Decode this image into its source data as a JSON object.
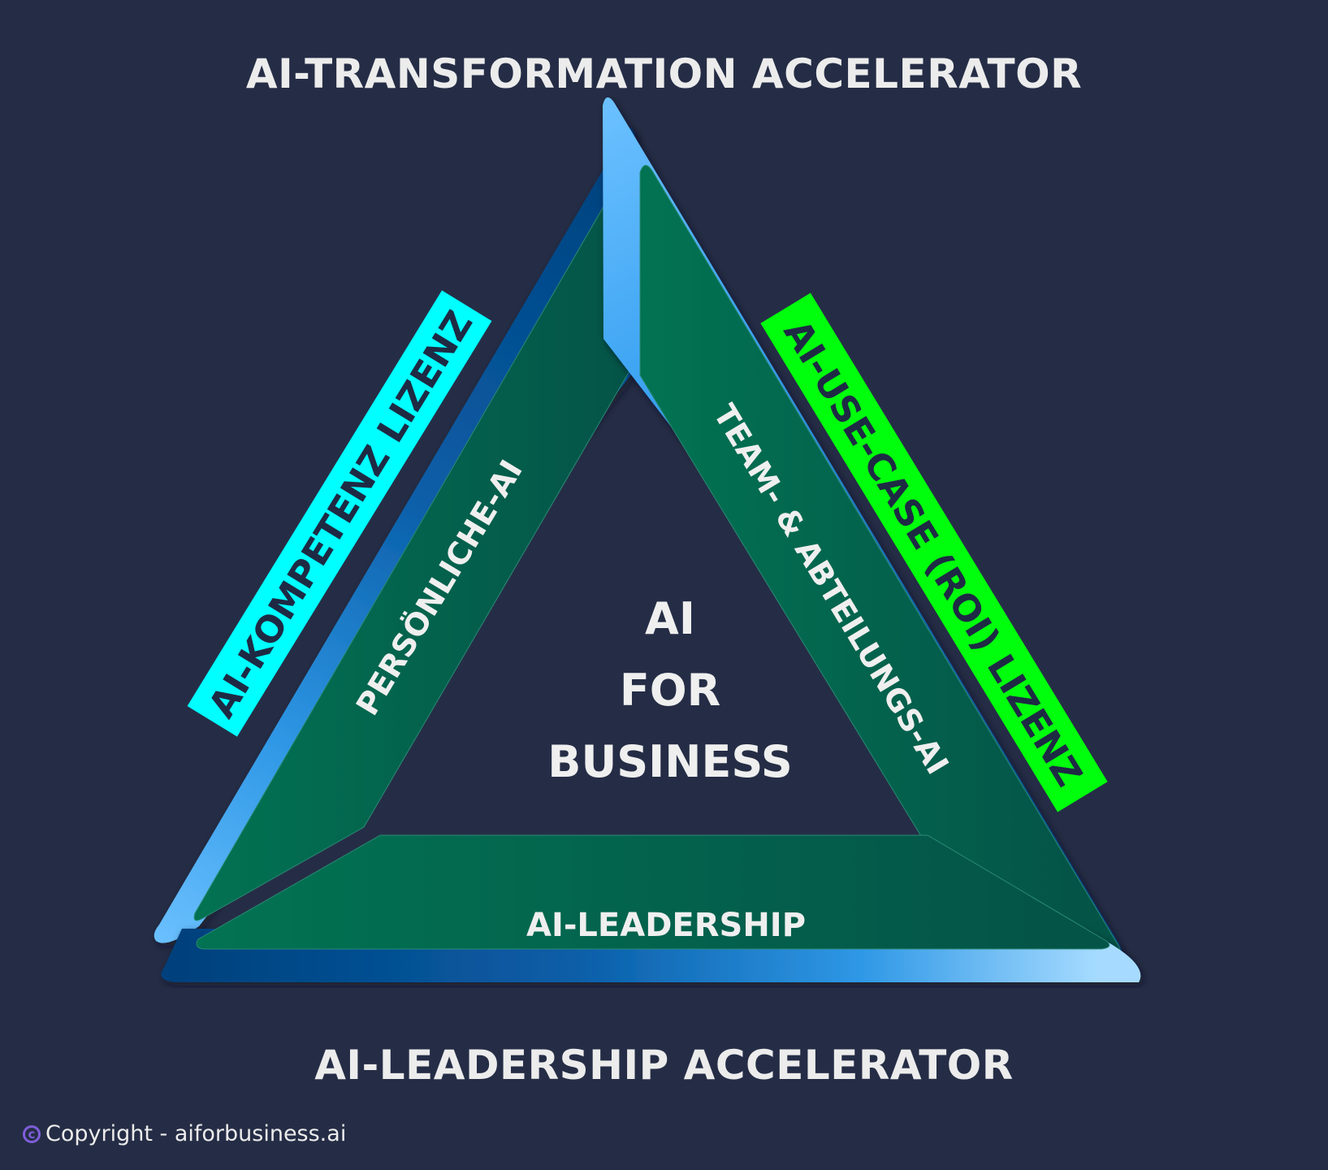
{
  "header": {
    "title": "AI-TRANSFORMATION ACCELERATOR"
  },
  "footer_title": "AI-LEADERSHIP ACCELERATOR",
  "center": {
    "line1": "AI",
    "line2": "FOR",
    "line3": "BUSINESS"
  },
  "segments": {
    "left": {
      "label": "PERSÖNLICHE-AI",
      "color": "#016b52"
    },
    "right": {
      "label": "TEAM- & ABTEILUNGS-AI",
      "color": "#016b52"
    },
    "bottom": {
      "label": "AI-LEADERSHIP",
      "color": "#016b52"
    }
  },
  "badges": {
    "left": {
      "label": "AI-KOMPETENZ LIZENZ",
      "color": "#00ffff"
    },
    "right": {
      "label": "AI-USE-CASE (ROI) LIZENZ",
      "color": "#00ff0c"
    }
  },
  "copyright": {
    "icon": "copyright-icon",
    "text": "Copyright - aiforbusiness.ai"
  },
  "colors": {
    "background": "#252d46",
    "edge_dark_blue": "#004a87",
    "edge_light_blue": "#4aabff",
    "text": "#ececec"
  }
}
